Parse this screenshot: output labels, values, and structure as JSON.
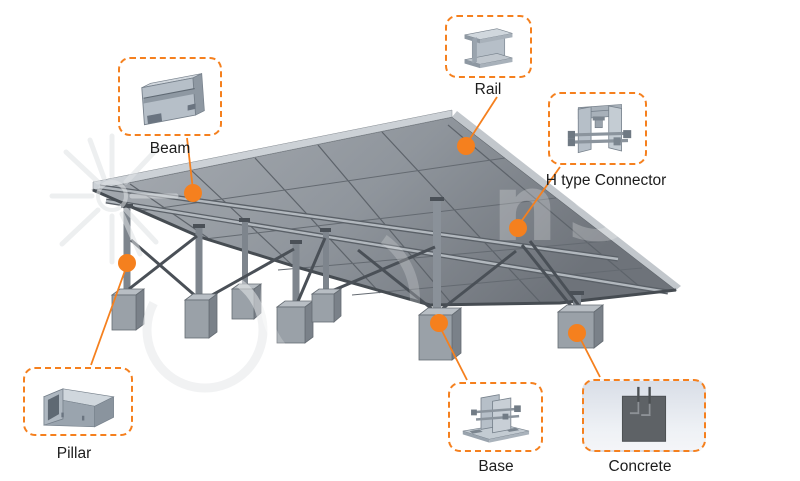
{
  "colors": {
    "accent": "#F5801E",
    "label_text": "#1D1D1D",
    "steel_light": "#CDD4DA",
    "steel_mid": "#9AA3AD",
    "panel_gray": "#8F959C",
    "concrete_block": "#5E6266"
  },
  "callouts": [
    {
      "id": "beam",
      "label": "Beam",
      "icon": "beam-profile-image"
    },
    {
      "id": "rail",
      "label": "Rail",
      "icon": "rail-profile-image"
    },
    {
      "id": "h-type-connector",
      "label": "H type Connector",
      "icon": "h-connector-image"
    },
    {
      "id": "pillar",
      "label": "Pillar",
      "icon": "pillar-tube-image"
    },
    {
      "id": "base",
      "label": "Base",
      "icon": "base-bracket-image"
    },
    {
      "id": "concrete",
      "label": "Concrete",
      "icon": "concrete-block-image"
    }
  ],
  "illustration": {
    "subject": "ground-mounted solar panel support structure"
  }
}
